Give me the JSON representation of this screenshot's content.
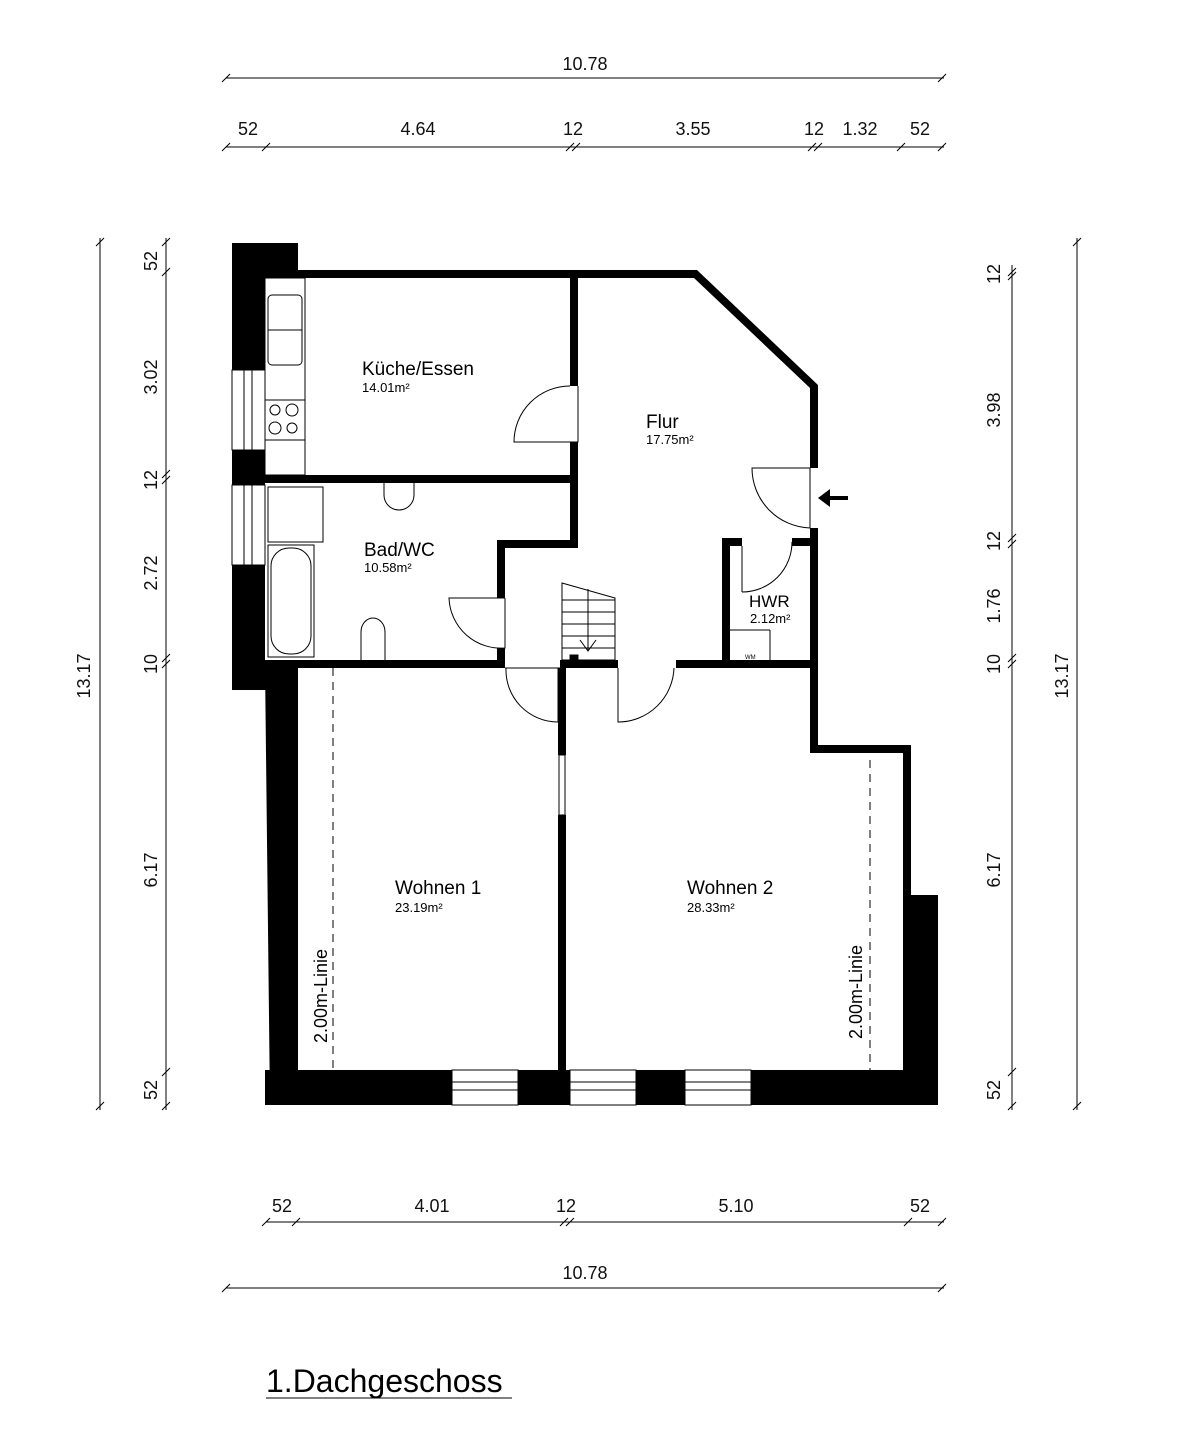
{
  "title": "1.Dachgeschoss",
  "rooms": [
    {
      "name": "Küche/Essen",
      "area": "14.01m²"
    },
    {
      "name": "Flur",
      "area": "17.75m²"
    },
    {
      "name": "Bad/WC",
      "area": "10.58m²"
    },
    {
      "name": "HWR",
      "area": "2.12m²"
    },
    {
      "name": "Wohnen 1",
      "area": "23.19m²"
    },
    {
      "name": "Wohnen 2",
      "area": "28.33m²"
    }
  ],
  "labels": {
    "wm": "WM",
    "line_left": "2.00m-Linie",
    "line_right": "2.00m-Linie"
  },
  "dimensions": {
    "top_total": "10.78",
    "top_parts": [
      "52",
      "4.64",
      "12",
      "3.55",
      "12",
      "1.32",
      "52"
    ],
    "bottom_parts": [
      "52",
      "4.01",
      "12",
      "5.10",
      "52"
    ],
    "bottom_total": "10.78",
    "left_total": "13.17",
    "left_parts": [
      "52",
      "3.02",
      "12",
      "2.72",
      "10",
      "6.17",
      "52"
    ],
    "right_total": "13.17",
    "right_parts": [
      "12",
      "3.98",
      "12",
      "1.76",
      "10",
      "6.17",
      "52"
    ]
  },
  "colors": {
    "wall": "#000000",
    "line": "#000000"
  }
}
